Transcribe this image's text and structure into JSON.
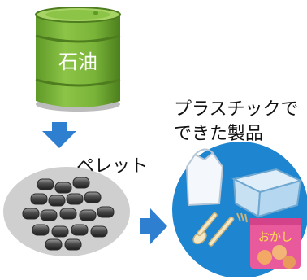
{
  "diagram": {
    "oil_label": "石油",
    "pellet_label": "ペレット",
    "products_label_line1": "プラスチックで",
    "products_label_line2": "できた製品",
    "snack_label": "おかし"
  },
  "colors": {
    "drum_green": "#7bb33a",
    "drum_dark": "#4e7d1f",
    "arrow_blue": "#2f7fd1",
    "pellet_bg": "#cfcfcf",
    "product_circle": "#1e86d0",
    "snack_bag": "#e85a9c"
  }
}
